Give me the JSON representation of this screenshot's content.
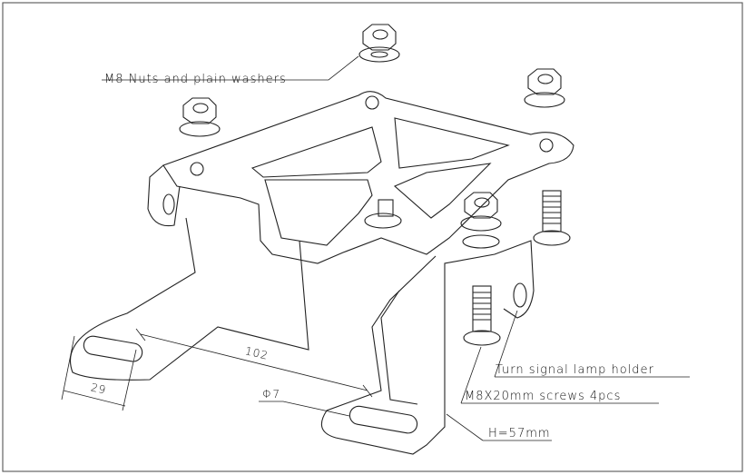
{
  "labels": {
    "nuts": "M8 Nuts and plain washers",
    "lamp_holder": "Turn signal lamp holder",
    "screws": "M8X20mm screws 4pcs",
    "height": "H=57mm",
    "dim_length": "102",
    "dim_slot": "29",
    "dim_hole": "Φ7"
  }
}
